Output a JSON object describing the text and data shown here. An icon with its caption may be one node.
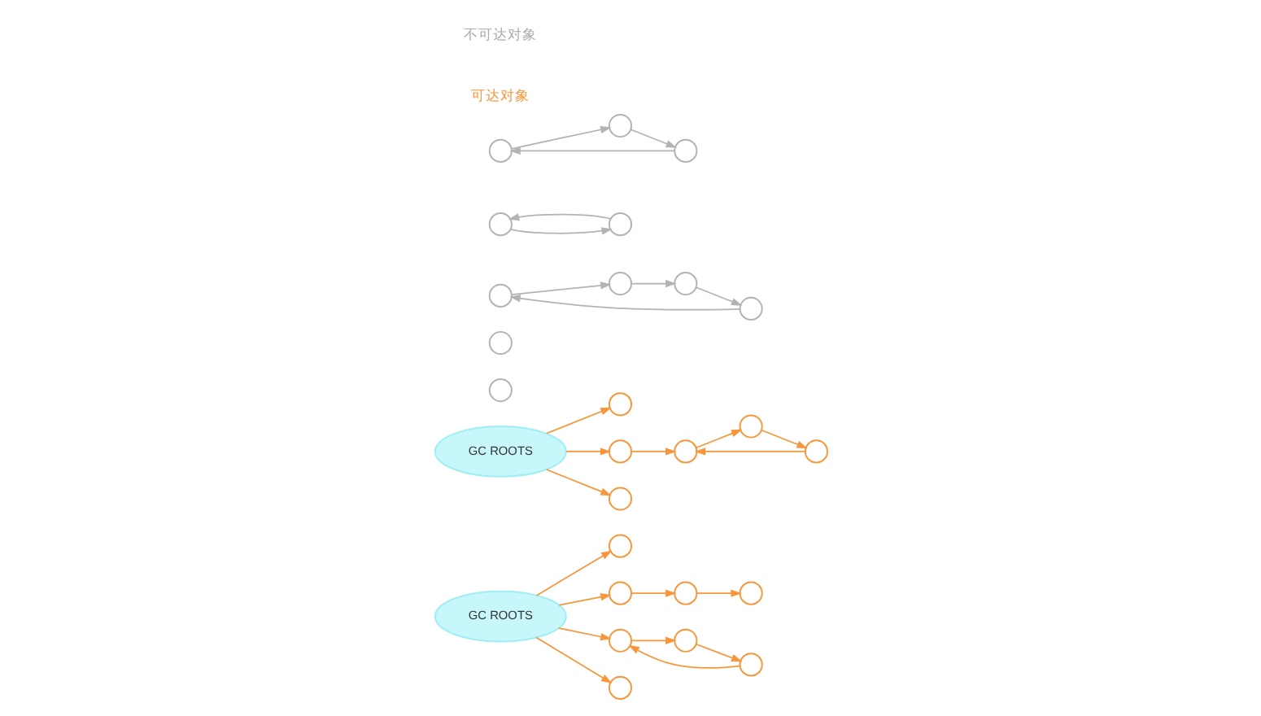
{
  "diagram": {
    "nodes": [
      {
        "text": [
          "GC ROOTS"
        ]
      },
      {
        "text": [
          "GC ROOTS"
        ]
      },
      {
        "text": [],
        "shape": "circle"
      },
      {
        "text": [],
        "shape": "circle"
      },
      {
        "text": [],
        "shape": "circle"
      },
      {
        "text": [],
        "shape": "circle"
      },
      {
        "text": [],
        "shape": "circle"
      },
      {
        "text": [],
        "shape": "circle"
      },
      {
        "text": [],
        "shape": "circle"
      },
      {
        "text": [],
        "shape": "circle"
      },
      {
        "text": [],
        "shape": "circle"
      },
      {
        "text": [],
        "shape": "circle"
      },
      {
        "text": [],
        "shape": "circle"
      },
      {
        "text": [],
        "shape": "circle"
      },
      {
        "text": [],
        "shape": "circle"
      },
      {
        "text": [],
        "shape": "circle"
      },
      {
        "text": [],
        "shape": "circle"
      },
      {
        "text": [],
        "shape": "circle"
      },
      {
        "text": [],
        "shape": "circle"
      },
      {
        "text": [],
        "shape": "circle"
      },
      {
        "text": [],
        "shape": "circle"
      },
      {
        "text": [],
        "shape": "circle"
      },
      {
        "text": [],
        "shape": "circle"
      },
      {
        "text": [],
        "shape": "circle"
      },
      {
        "text": [],
        "shape": "circle"
      },
      {
        "text": [],
        "shape": "circle"
      },
      {
        "text": [],
        "shape": "circle"
      }
    ],
    "edges": [
      {
        "from": 0,
        "to": 3,
        "arrow": "to"
      },
      {
        "from": 0,
        "to": 6,
        "arrow": "to"
      },
      {
        "from": 0,
        "to": 12,
        "arrow": "to"
      },
      {
        "from": 0,
        "to": 19,
        "arrow": "to"
      },
      {
        "from": 6,
        "to": 5,
        "arrow": "to"
      },
      {
        "from": 5,
        "to": 2,
        "arrow": "to"
      },
      {
        "from": 12,
        "to": 11,
        "arrow": "to"
      },
      {
        "from": 11,
        "to": 16,
        "arrow": "to"
      },
      {
        "from": 16,
        "to": 12,
        "arrow": "to"
      },
      {
        "from": 1,
        "to": 9,
        "arrow": "to"
      },
      {
        "from": 1,
        "to": 10,
        "arrow": "to"
      },
      {
        "from": 1,
        "to": 24,
        "arrow": "to"
      },
      {
        "from": 10,
        "to": 7,
        "arrow": "to"
      },
      {
        "from": 7,
        "to": 13,
        "arrow": "to"
      },
      {
        "from": 13,
        "to": 14,
        "arrow": "to"
      },
      {
        "from": 14,
        "to": 7,
        "arrow": "to"
      },
      {
        "from": 15,
        "to": 18,
        "arrow": "to",
        "color": "#b3b3b3"
      },
      {
        "from": 18,
        "to": 23,
        "arrow": "to",
        "color": "#b3b3b3"
      },
      {
        "from": 23,
        "to": 21,
        "arrow": "to",
        "color": "#b3b3b3"
      },
      {
        "from": 21,
        "to": 15,
        "arrow": "to",
        "color": "#b3b3b3"
      },
      {
        "from": 20,
        "to": 22,
        "arrow": "to",
        "color": "#b3b3b3"
      },
      {
        "from": 22,
        "to": 25,
        "arrow": "to",
        "color": "#b3b3b3"
      },
      {
        "from": 25,
        "to": 20,
        "arrow": "to",
        "color": "#b3b3b3"
      },
      {
        "from": 17,
        "to": 26,
        "arrow": "to",
        "color": "#b3b3b3"
      },
      {
        "from": 26,
        "to": 17,
        "arrow": "to",
        "color": "#b3b3b3"
      }
    ],
    "labels": [
      "可达对象",
      "不可达对象"
    ]
  }
}
